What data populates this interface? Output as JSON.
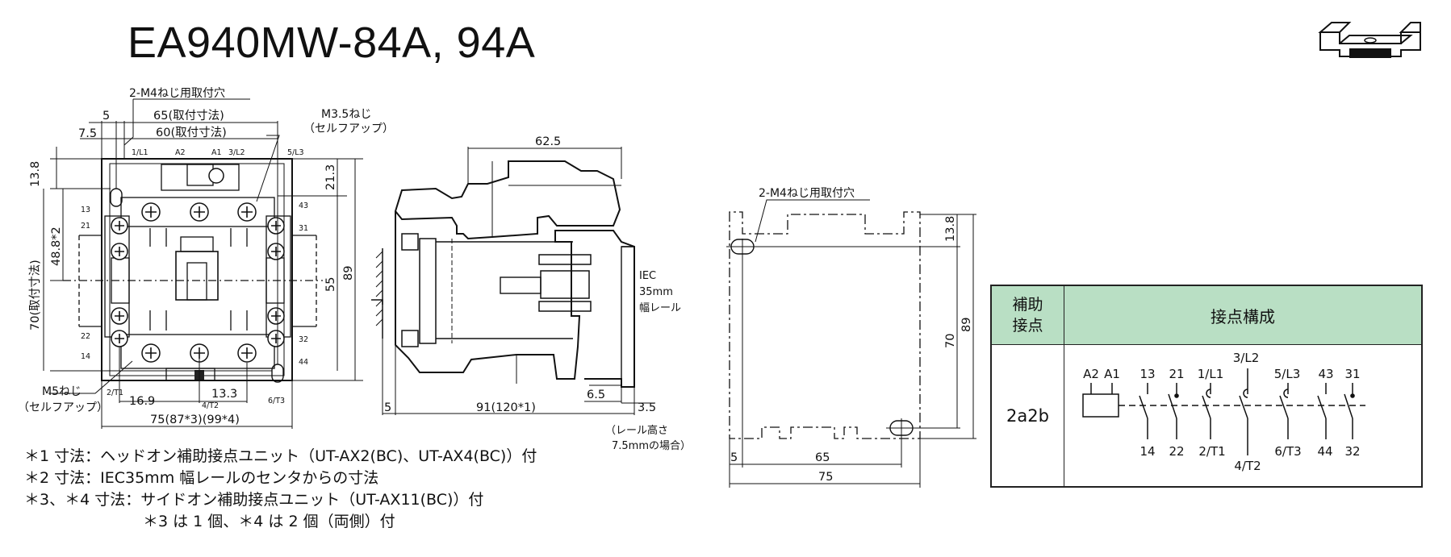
{
  "title": "EA940MW-84A, 94A",
  "front_view": {
    "mount_hole_label": "2-M4ねじ用取付穴",
    "screw_m35": "M3.5ねじ",
    "selfup_top": "（セルフアップ）",
    "screw_m5": "M5ねじ",
    "selfup_bottom": "（セルフアップ）",
    "dim_5": "5",
    "dim_7_5": "7.5",
    "dim_65": "65(取付寸法)",
    "dim_60": "60(取付寸法)",
    "dim_13_8": "13.8",
    "dim_48_8": "48.8*2",
    "dim_70": "70(取付寸法)",
    "dim_21_3": "21.3",
    "dim_55": "55",
    "dim_89": "89",
    "dim_16_9": "16.9",
    "dim_13_3": "13.3",
    "dim_75": "75(87*3)(99*4)",
    "terminals": {
      "l1": "1/L1",
      "a2": "A2",
      "a1": "A1",
      "l2": "3/L2",
      "l3": "5/L3",
      "t13": "13",
      "t21": "21",
      "t43": "43",
      "t31": "31",
      "t22": "22",
      "t14": "14",
      "t32": "32",
      "t44": "44",
      "t1": "2/T1",
      "t2": "4/T2",
      "t3": "6/T3"
    }
  },
  "side_view": {
    "dim_62_5": "62.5",
    "dim_5": "5",
    "dim_91": "91(120*1)",
    "dim_6_5": "6.5",
    "dim_3_5": "3.5",
    "rail_iec": "IEC",
    "rail_35mm": "35mm",
    "rail_label": "幅レール",
    "rail_height_1": "（レール高さ",
    "rail_height_2": "7.5mmの場合）"
  },
  "mount_view": {
    "mount_hole_label": "2-M4ねじ用取付穴",
    "dim_13_8": "13.8",
    "dim_70": "70",
    "dim_89": "89",
    "dim_5": "5",
    "dim_65": "65",
    "dim_75": "75"
  },
  "contact_table": {
    "header_aux_1": "補助",
    "header_aux_2": "接点",
    "header_config": "接点構成",
    "row_aux": "2a2b",
    "top_labels": [
      "A2",
      "A1",
      "13",
      "21",
      "1/L1",
      "3/L2",
      "5/L3",
      "43",
      "31"
    ],
    "bottom_labels": [
      "14",
      "22",
      "2/T1",
      "4/T2",
      "6/T3",
      "44",
      "32"
    ]
  },
  "notes": [
    "＊1 寸法：ヘッドオン補助接点ユニット（UT-AX2(BC)、UT-AX4(BC)）付",
    "＊2 寸法：IEC35mm 幅レールのセンタからの寸法",
    "＊3、＊4 寸法：サイドオン補助接点ユニット（UT-AX11(BC)）付",
    "＊3 は 1 個、＊4 は 2 個（両側）付"
  ]
}
